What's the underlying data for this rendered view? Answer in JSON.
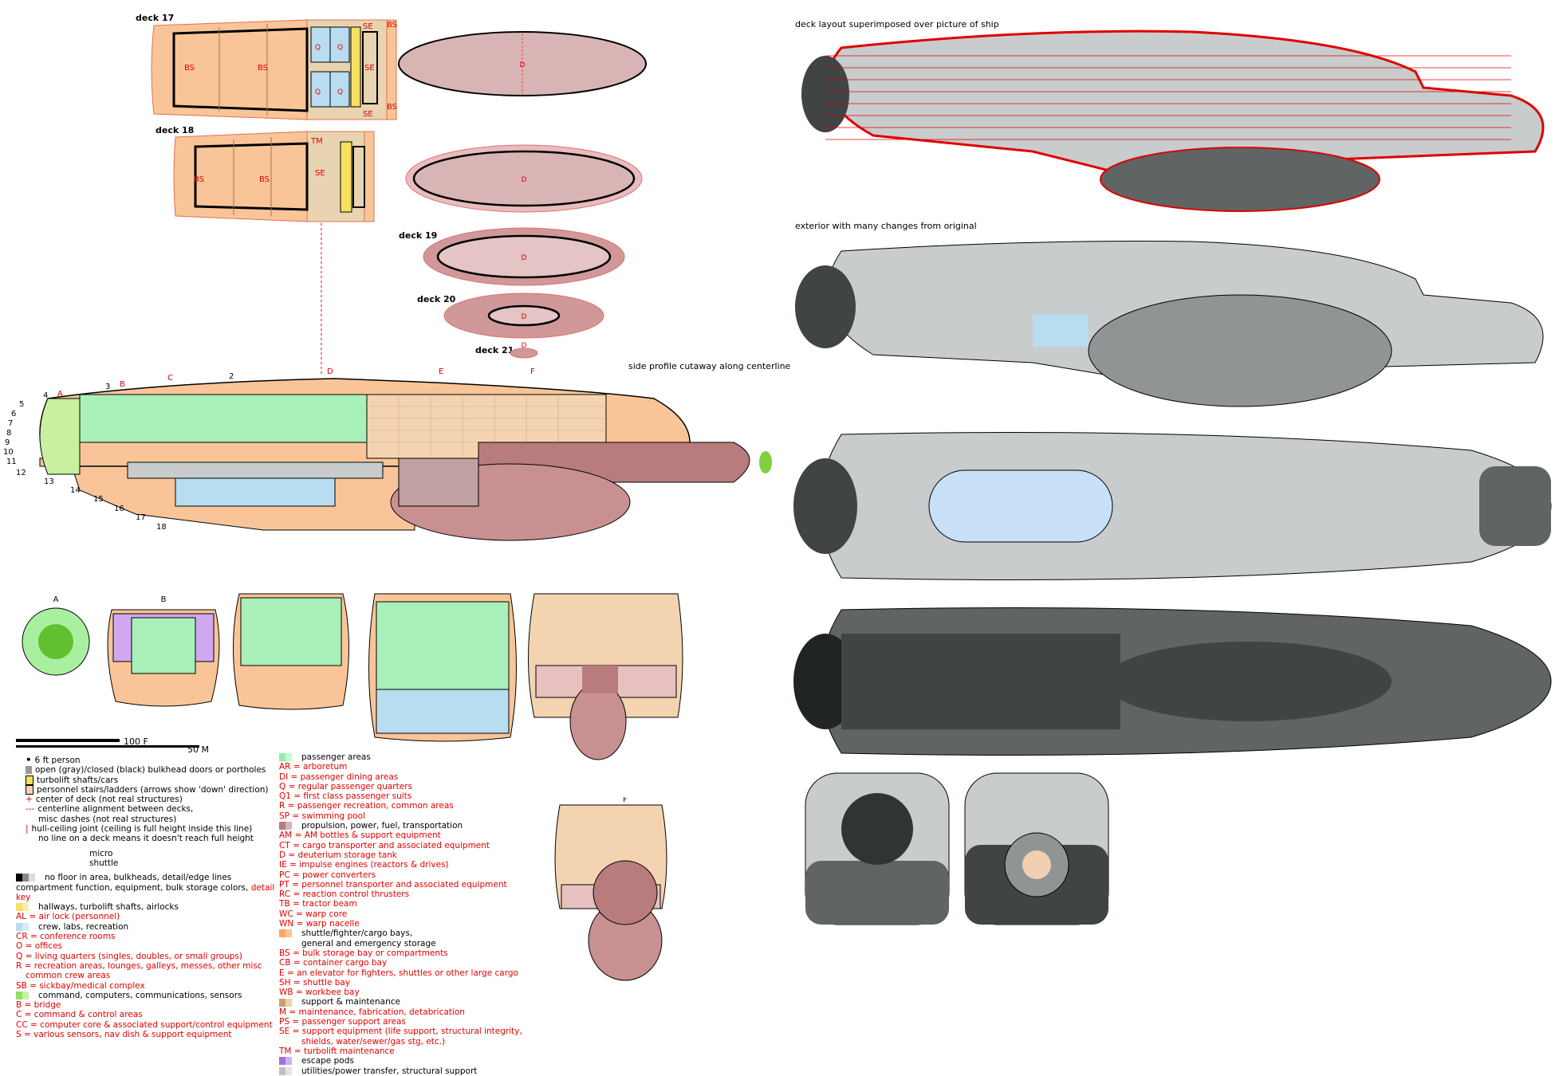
{
  "titles": {
    "superimposed": "deck layout superimposed over picture of ship",
    "exterior": "exterior with many changes from original",
    "cutaway": "side profile cutaway along centerline"
  },
  "decks": {
    "d17": "deck 17",
    "d18": "deck 18",
    "d19": "deck 19",
    "d20": "deck 20",
    "d21": "deck 21"
  },
  "plan_labels": {
    "bs": "BS",
    "se": "SE",
    "q": "Q",
    "tm": "TM",
    "d": "D"
  },
  "sections": [
    "A",
    "B",
    "C",
    "D",
    "E",
    "F"
  ],
  "deck_numbers": [
    "2",
    "3",
    "4",
    "5",
    "6",
    "7",
    "8",
    "9",
    "10",
    "11",
    "12",
    "13",
    "14",
    "15",
    "16",
    "17",
    "18",
    "19",
    "20",
    "21"
  ],
  "scale": {
    "feet": "100 F",
    "meters": "50 M"
  },
  "legend": {
    "person": "6 ft person",
    "doors": "open (gray)/closed (black) bulkhead doors or portholes",
    "turbolift": "turbolift shafts/cars",
    "stairs": "personnel stairs/ladders (arrows show 'down' direction)",
    "center": "center of deck (not real structures)",
    "centerline_1": "centerline alignment between decks,",
    "centerline_2": "misc dashes (not real structures)",
    "hull_1": "hull-ceiling joint (ceiling is full height inside this line)",
    "hull_2": "no line on a  deck means it doesn't reach full height",
    "micro": "micro",
    "shuttle": "shuttle",
    "nofloor": "no floor in area, bulkheads, detail/edge lines",
    "compartment": "compartment function, equipment, bulk storage colors, ",
    "detail_key": "detail key",
    "hallways": "hallways, turbolift shafts, airlocks",
    "al": "AL = air lock (personnel)",
    "crew": "crew, labs, recreation",
    "cr": "CR = conference rooms",
    "o": "O = offices",
    "q": "Q = living quarters (singles, doubles, or small groups)",
    "r1": "R = recreation areas, lounges, galleys, messes, other misc",
    "r2": "common crew areas",
    "sb": "SB = sickbay/medical complex",
    "command": "command, computers, communications, sensors",
    "b": "B = bridge",
    "c": "C = command & control areas",
    "cc": "CC = computer core & associated support/control equipment",
    "s": "S = various sensors, nav dish & support equipment",
    "passenger": "passenger areas",
    "ar": "AR = arboretum",
    "di": "DI = passenger dining areas",
    "pq": "Q = regular passenger quarters",
    "q1": "Q1 = first class passenger suits",
    "pr": "R = passenger recreation, common areas",
    "sp": "SP = swimming pool",
    "propulsion": "propulsion, power, fuel, transportation",
    "am": "AM = AM bottles & support equipment",
    "ct": "CT = cargo transporter and associated equipment",
    "dd": "D = deuterium storage tank",
    "ie": "IE = impulse engines (reactors & drives)",
    "pc": "PC = power converters",
    "pt": "PT = personnel transporter and associated equipment",
    "rc": "RC = reaction control thrusters",
    "tb": "TB = tractor beam",
    "wc": "WC = warp core",
    "wn": "WN = warp nacelle",
    "shuttlebay_1": "shuttle/fighter/cargo bays,",
    "shuttlebay_2": "general and emergency storage",
    "bs": "BS = bulk storage bay or compartments",
    "cb": "CB = container cargo bay",
    "e": "E = an elevator for fighters, shuttles or other large cargo",
    "sh": "SH = shuttle bay",
    "wb": "WB = workbee bay",
    "support": "support & maintenance",
    "m": "M = maintenance, fabrication, detabrication",
    "ps": "PS = passenger support areas",
    "se1": "SE = support equipment (life support, structural integrity,",
    "se2": "shields, water/sewer/gas stg, etc.)",
    "tm": "TM = turbolift maintenance",
    "escape": "escape pods",
    "utilities": "utilities/power transfer, structural support"
  },
  "colors": {
    "storage": "#f9c598",
    "support": "#e8d4b0",
    "passenger": "#a8f0b8",
    "propulsion": "#b87c7c",
    "crew": "#b8dcf0",
    "command": "#90e060",
    "hull_gray": "#c8cccc",
    "hull_dark": "#404444"
  }
}
